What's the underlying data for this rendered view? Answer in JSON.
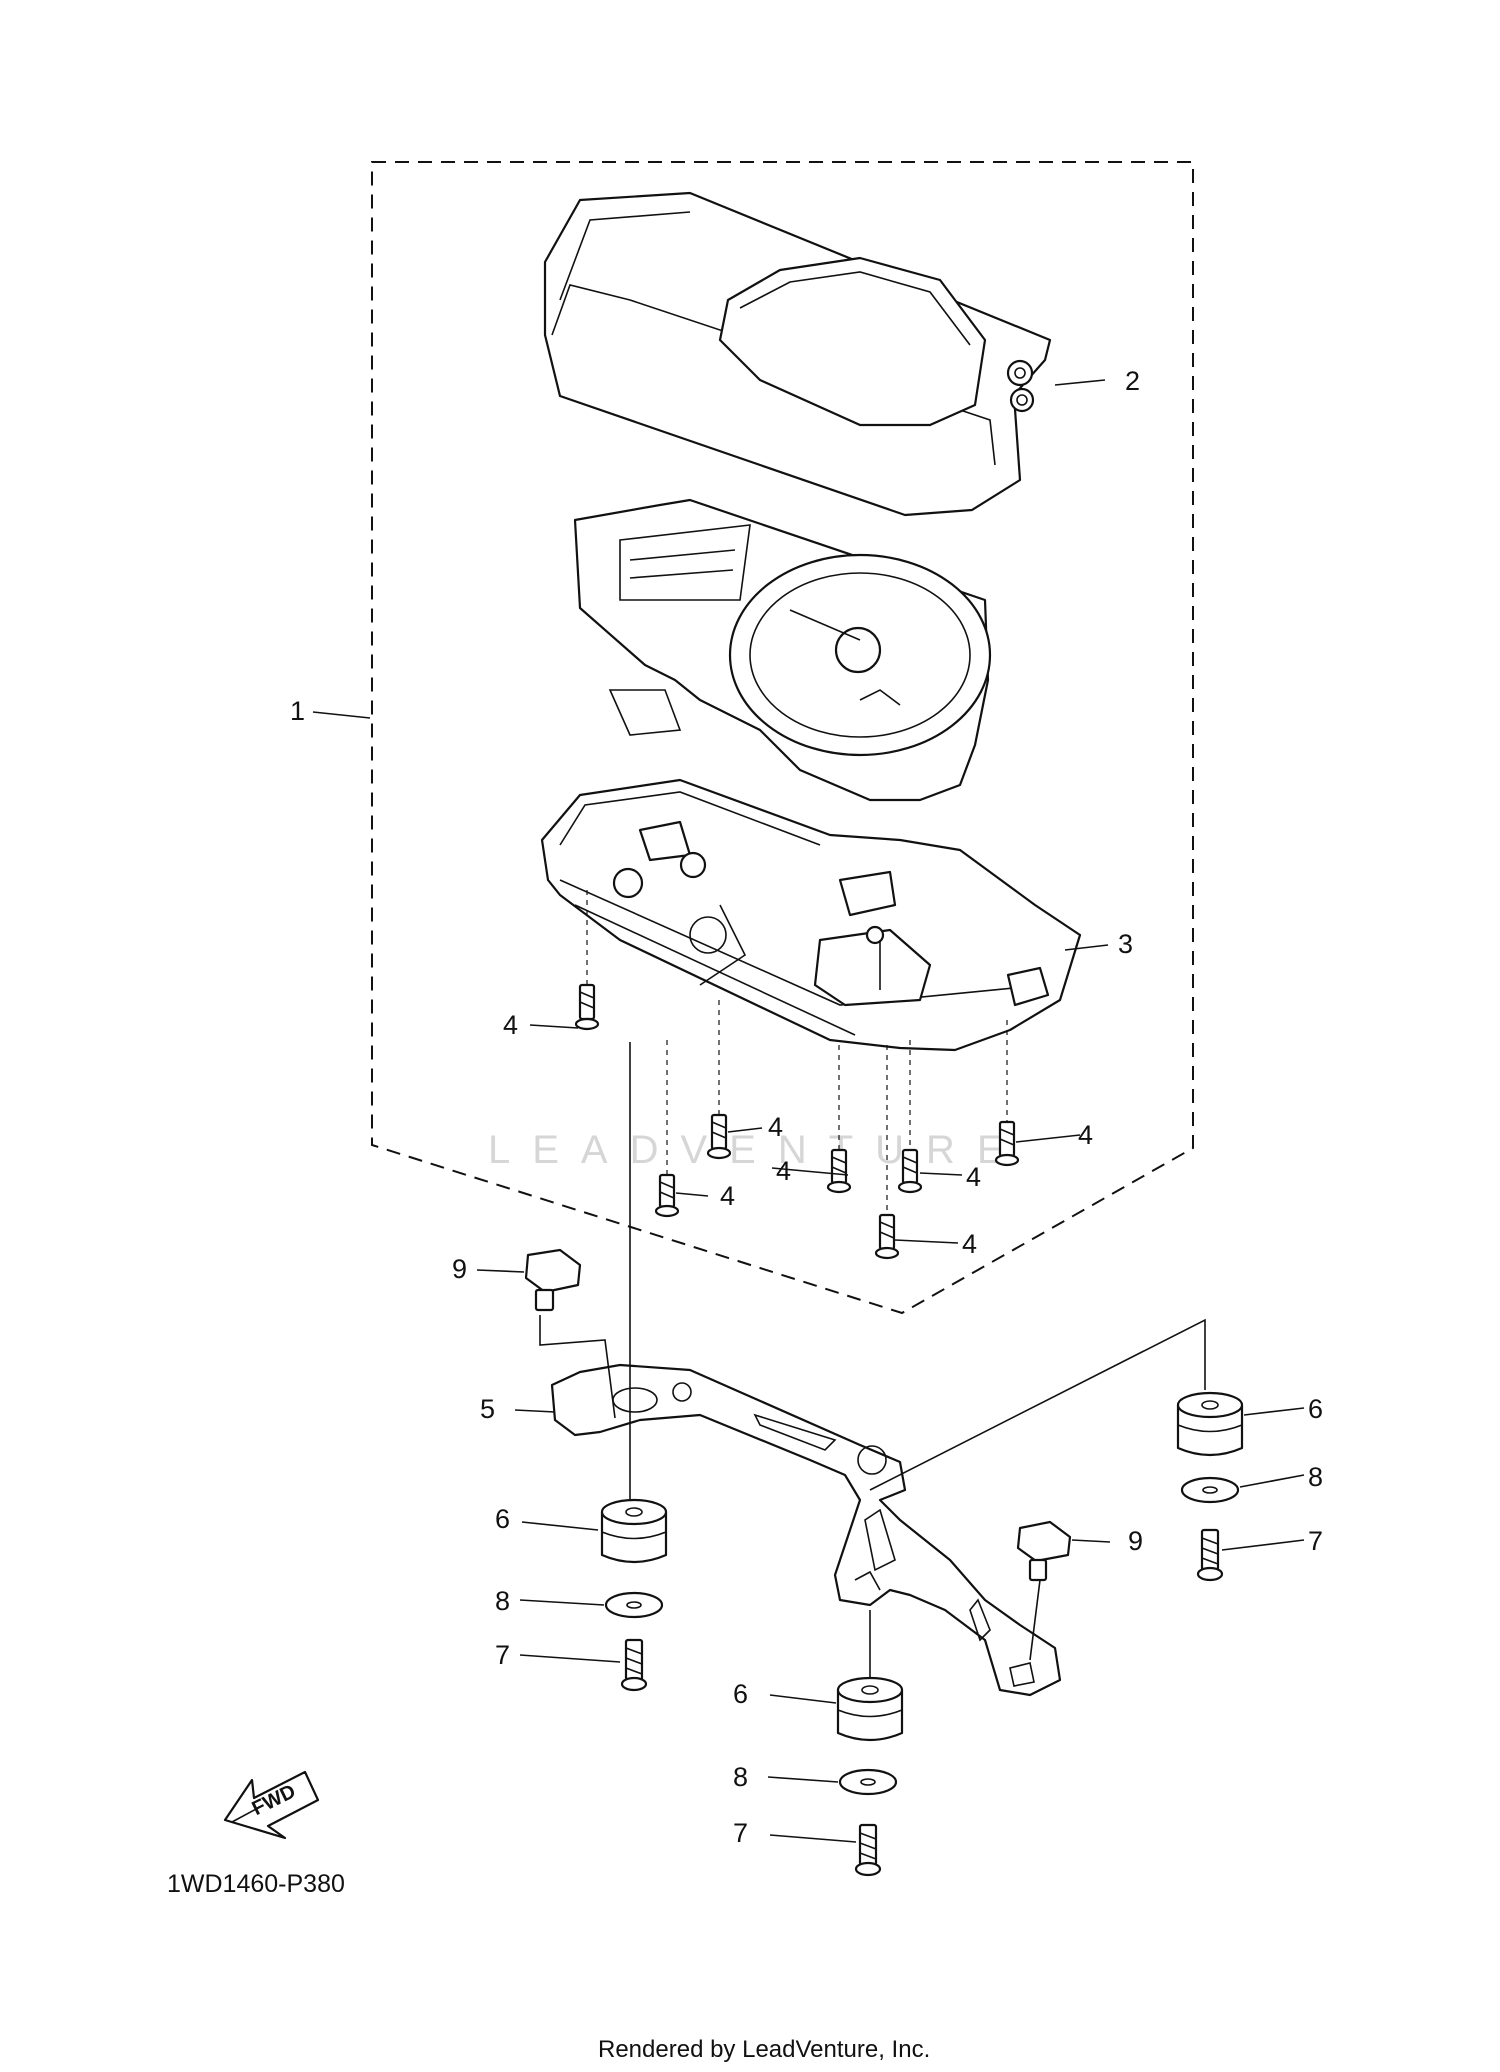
{
  "diagram_code": "1WD1460-P380",
  "credit": "Rendered by LeadVenture, Inc.",
  "watermark": "LEADVENTURE",
  "fwd_label": "FWD",
  "callouts": {
    "c1": "1",
    "c2": "2",
    "c3": "3",
    "c4a": "4",
    "c4b": "4",
    "c4c": "4",
    "c4d": "4",
    "c4e": "4",
    "c4f": "4",
    "c4g": "4",
    "c5": "5",
    "c6a": "6",
    "c6b": "6",
    "c6c": "6",
    "c7a": "7",
    "c7b": "7",
    "c7c": "7",
    "c8a": "8",
    "c8b": "8",
    "c8c": "8",
    "c9a": "9",
    "c9b": "9"
  }
}
